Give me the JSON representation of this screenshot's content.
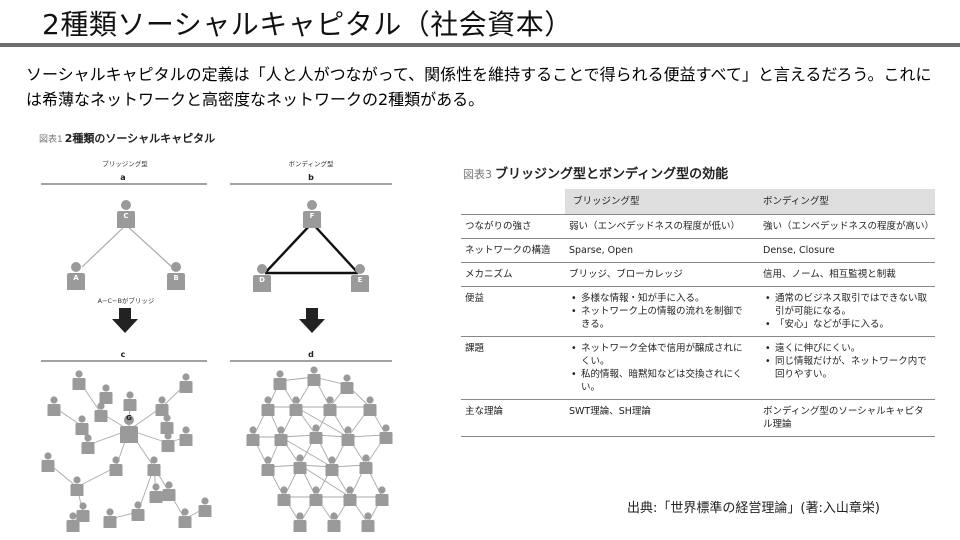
{
  "slide": {
    "title": "2種類ソーシャルキャピタル（社会資本）",
    "lead": "ソーシャルキャピタルの定義は「人と人がつながって、関係性を維持することで得られる便益すべて」と言えるだろう。これには希薄なネットワークと高密度なネットワークの2種類がある。",
    "source": "出典:「世界標準の経営理論」(著:入山章栄)"
  },
  "figure1": {
    "tag": "図表1",
    "title": "2種類のソーシャルキャピタル",
    "bridging_label": "ブリッジング型",
    "bonding_label": "ボンディング型",
    "panel_a": "a",
    "panel_b": "b",
    "panel_c": "c",
    "panel_d": "d",
    "node_c": "C",
    "node_a": "A",
    "node_b": "B",
    "node_f": "F",
    "node_d": "D",
    "node_e": "E",
    "node_g": "G",
    "bridge_note": "A−C−Bがブリッジ"
  },
  "figure3": {
    "tag": "図表3",
    "title": "ブリッジング型とボンディング型の効能",
    "col1": "ブリッジング型",
    "col2": "ボンディング型",
    "rows": [
      {
        "label": "つながりの強さ",
        "bridging": [
          "弱い（エンベデッドネスの程度が低い）"
        ],
        "bonding": [
          "強い（エンベデッドネスの程度が高い）"
        ]
      },
      {
        "label": "ネットワークの構造",
        "bridging": [
          "Sparse, Open"
        ],
        "bonding": [
          "Dense, Closure"
        ]
      },
      {
        "label": "メカニズム",
        "bridging": [
          "ブリッジ、ブローカレッジ"
        ],
        "bonding": [
          "信用、ノーム、相互監視と制裁"
        ]
      },
      {
        "label": "便益",
        "bridging": [
          "多様な情報・知が手に入る。",
          "ネットワーク上の情報の流れを制御できる。"
        ],
        "bonding": [
          "通常のビジネス取引ではできない取引が可能になる。",
          "「安心」などが手に入る。"
        ]
      },
      {
        "label": "課題",
        "bridging": [
          "ネットワーク全体で信用が醸成されにくい。",
          "私的情報、暗黙知などは交換されにくい。"
        ],
        "bonding": [
          "遠くに伸びにくい。",
          "同じ情報だけが、ネットワーク内で回りやすい。"
        ]
      },
      {
        "label": "主な理論",
        "bridging": [
          "SWT理論、SH理論"
        ],
        "bonding": [
          "ボンディング型のソーシャルキャピタル理論"
        ]
      }
    ]
  }
}
